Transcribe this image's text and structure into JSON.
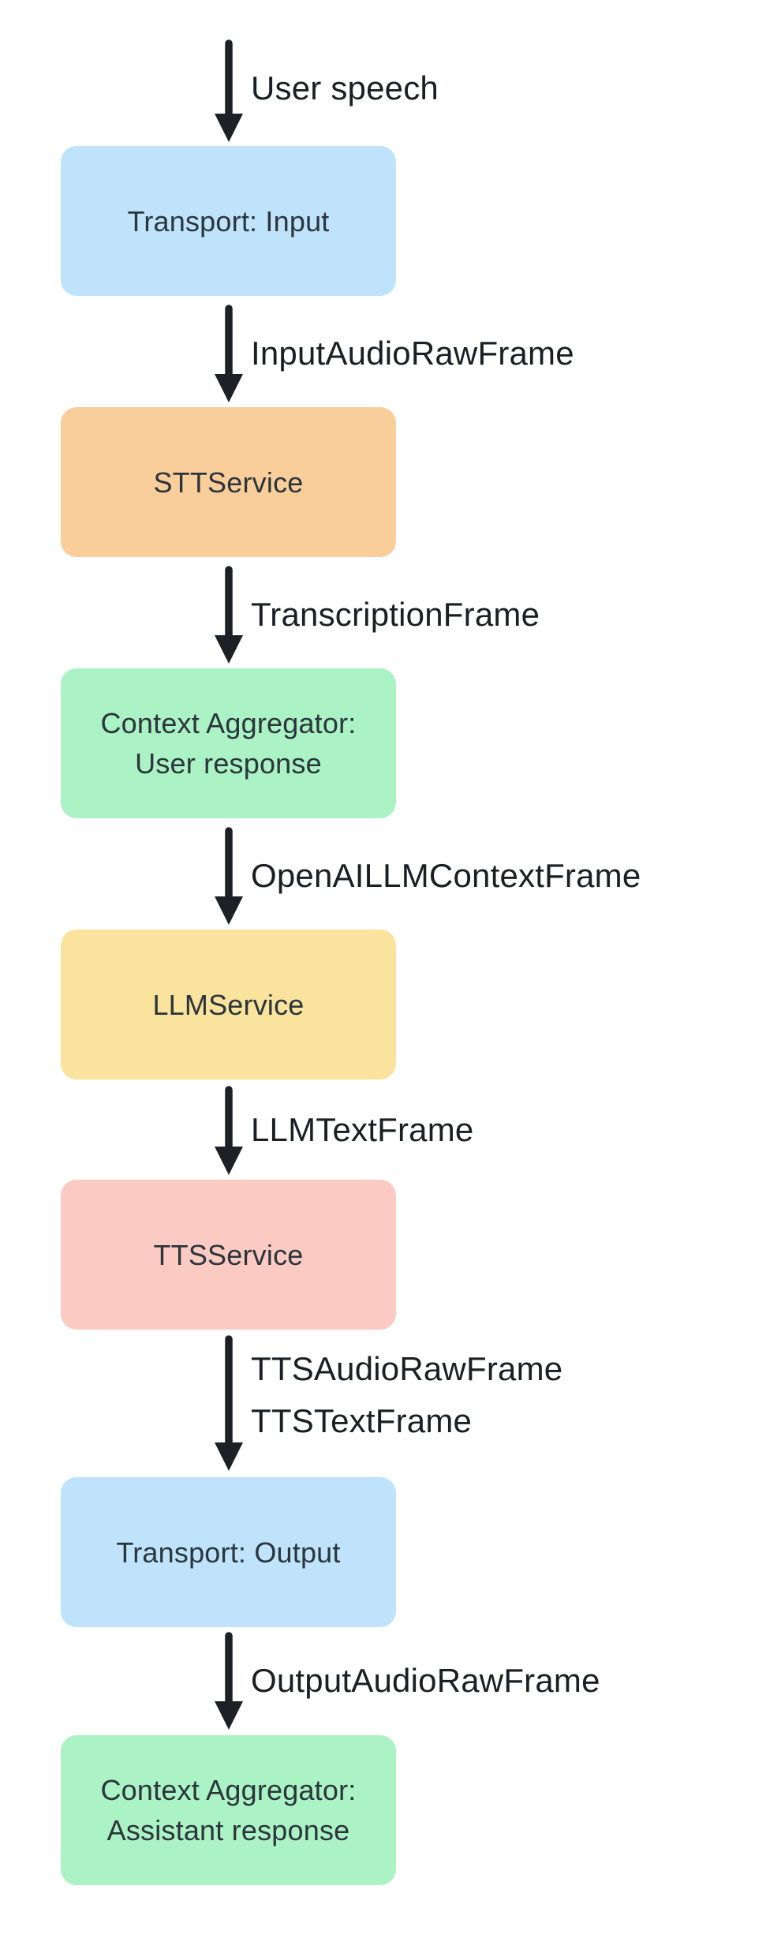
{
  "diagram": {
    "title": "speech-pipeline-flow",
    "background_color": "#ffffff",
    "arrow_color": "#1d2025",
    "node_text_color": "#2b353b",
    "edge_text_color": "#1b1e22",
    "nodes": [
      {
        "id": "transport-input",
        "color": "#BEE3FB",
        "label_lines": [
          "Transport: Input"
        ]
      },
      {
        "id": "stt-service",
        "color": "#F9CE9B",
        "label_lines": [
          "STTService"
        ]
      },
      {
        "id": "context-aggregator-user",
        "color": "#ABF2C5",
        "label_lines": [
          "Context Aggregator:",
          "User response"
        ]
      },
      {
        "id": "llm-service",
        "color": "#FAE39D",
        "label_lines": [
          "LLMService"
        ]
      },
      {
        "id": "tts-service",
        "color": "#FBCAC3",
        "label_lines": [
          "TTSService"
        ]
      },
      {
        "id": "transport-output",
        "color": "#BEE3FB",
        "label_lines": [
          "Transport: Output"
        ]
      },
      {
        "id": "context-aggregator-assistant",
        "color": "#ABF2C5",
        "label_lines": [
          "Context Aggregator:",
          "Assistant response"
        ]
      }
    ],
    "edges": [
      {
        "id": "edge-user-speech",
        "label_lines": [
          "User speech"
        ]
      },
      {
        "id": "edge-input-audio",
        "label_lines": [
          "InputAudioRawFrame"
        ]
      },
      {
        "id": "edge-transcription",
        "label_lines": [
          "TranscriptionFrame"
        ]
      },
      {
        "id": "edge-openai-llm-context",
        "label_lines": [
          "OpenAILLMContextFrame"
        ]
      },
      {
        "id": "edge-llm-text",
        "label_lines": [
          "LLMTextFrame"
        ]
      },
      {
        "id": "edge-tts-audio-text",
        "label_lines": [
          "TTSAudioRawFrame",
          "TTSTextFrame"
        ]
      },
      {
        "id": "edge-output-audio",
        "label_lines": [
          "OutputAudioRawFrame"
        ]
      }
    ]
  }
}
